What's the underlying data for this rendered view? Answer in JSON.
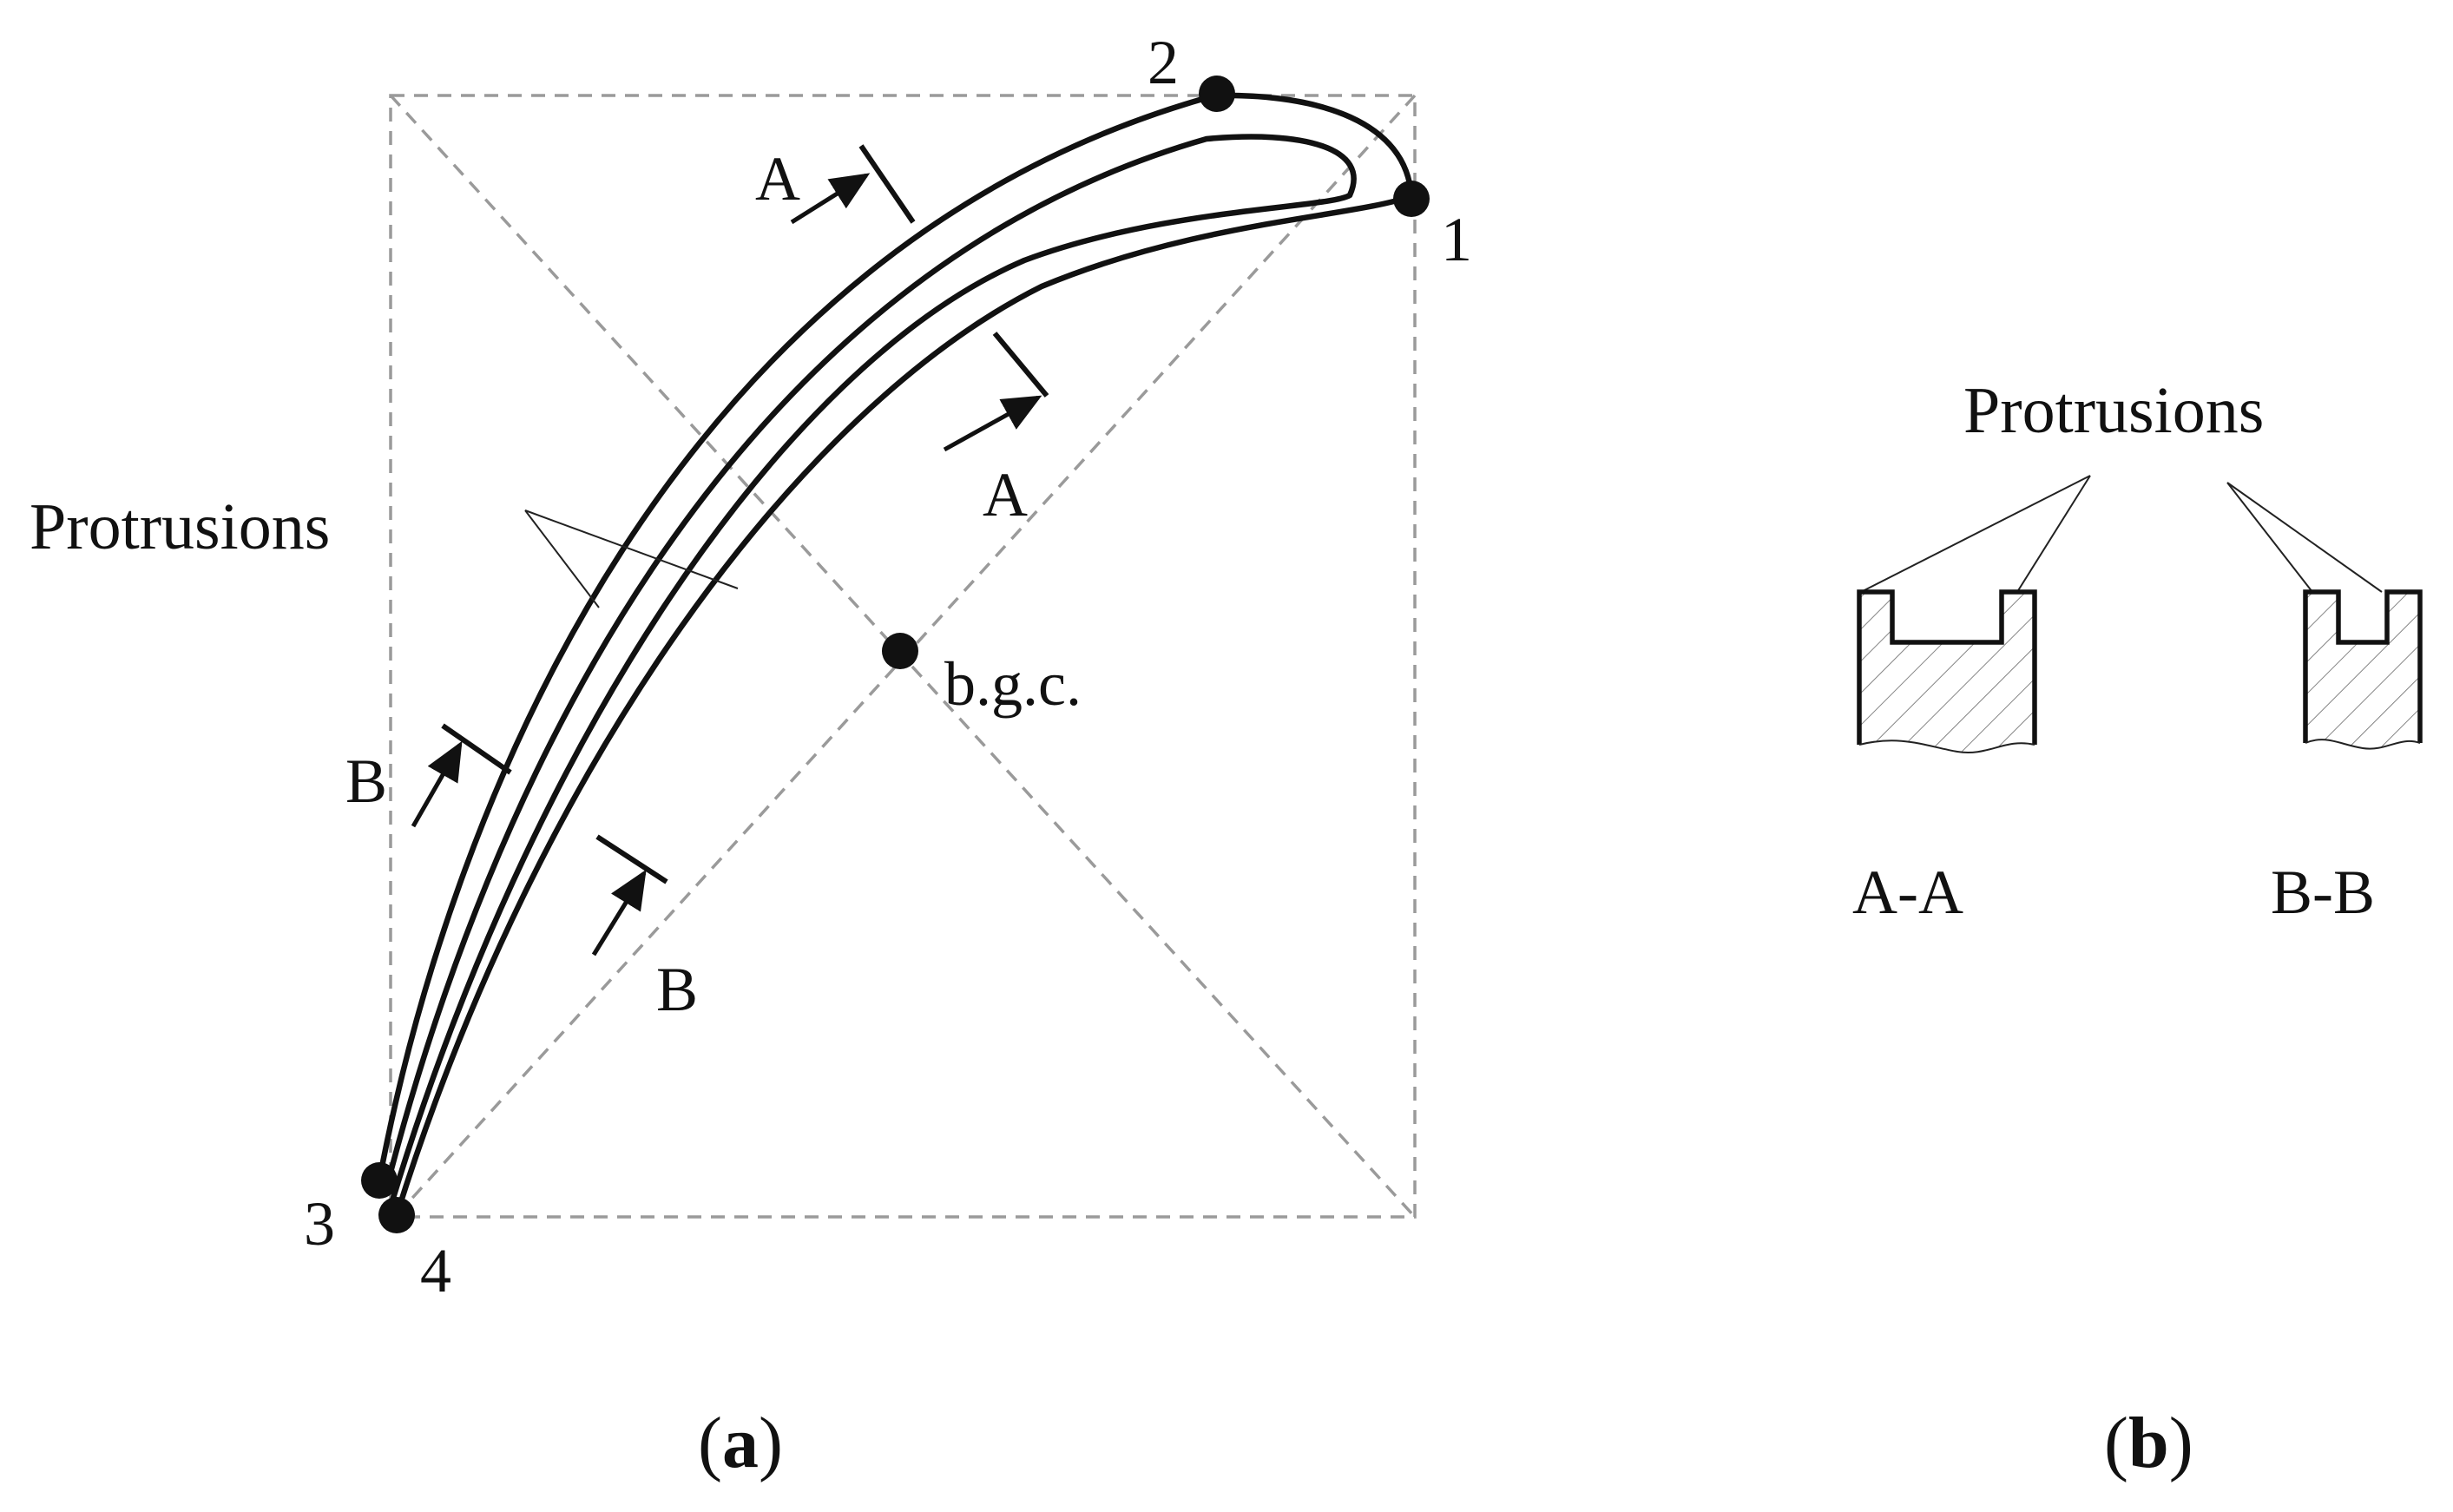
{
  "panel_a": {
    "caption_open": "(",
    "caption_letter": "a",
    "caption_close": ")",
    "protrusions_label": "Protrusions",
    "points": [
      {
        "label": "1"
      },
      {
        "label": "2"
      },
      {
        "label": "3"
      },
      {
        "label": "4"
      },
      {
        "label": "b.g.c."
      }
    ],
    "section_markers": {
      "a_upper": "A",
      "a_lower": "A",
      "b_upper": "B",
      "b_lower": "B"
    }
  },
  "panel_b": {
    "caption_open": "(",
    "caption_letter": "b",
    "caption_close": ")",
    "protrusions_label": "Protrusions",
    "section_labels": {
      "aa": "A-A",
      "bb": "B-B"
    }
  },
  "colors": {
    "stroke": "#111111",
    "dashed": "#9a9a9a",
    "hatch": "#777777"
  }
}
